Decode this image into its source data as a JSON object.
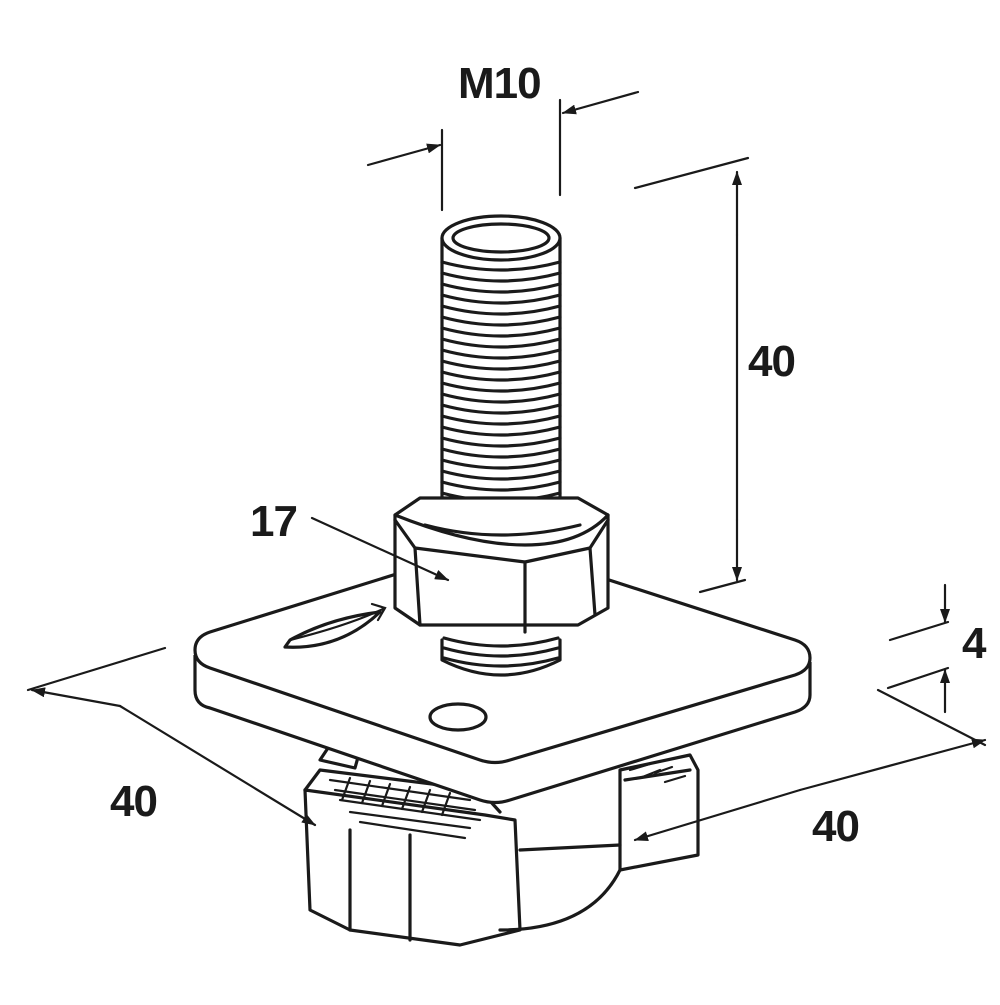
{
  "diagram": {
    "labels": {
      "thread": "M10",
      "bolt_length": "40",
      "nut_size": "17",
      "plate_thickness": "4",
      "plate_width": "40",
      "plate_depth": "40"
    },
    "colors": {
      "stroke": "#1a1a1a",
      "background": "#ffffff"
    }
  }
}
